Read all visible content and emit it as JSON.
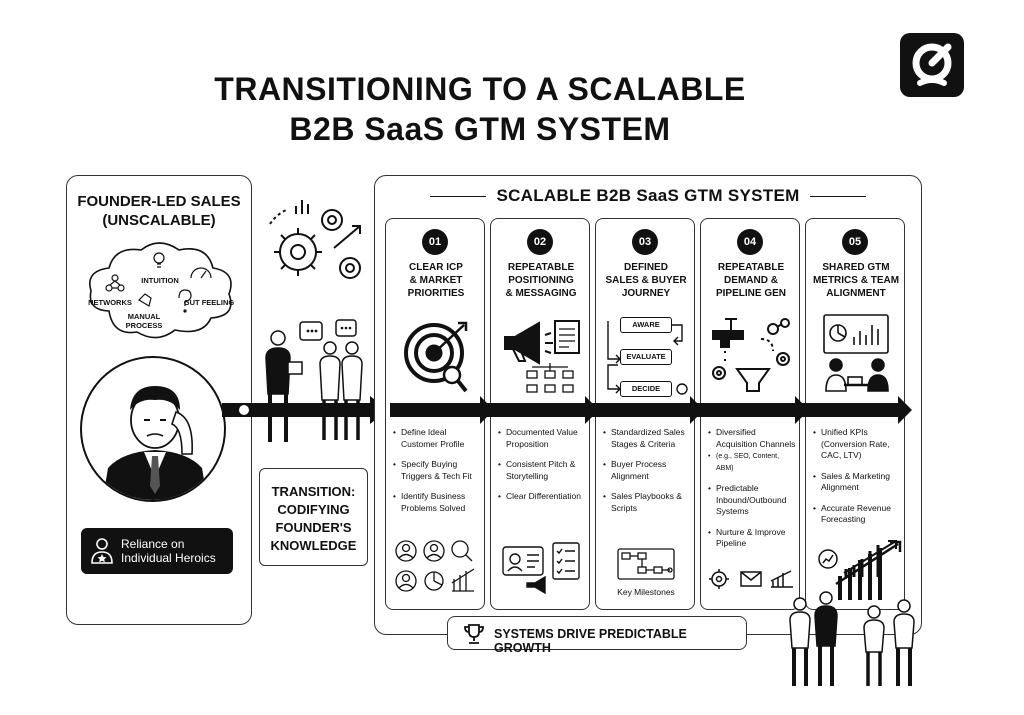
{
  "title": {
    "line1": "TRANSITIONING TO A SCALABLE",
    "line2": "B2B SaaS GTM SYSTEM"
  },
  "founder": {
    "title1": "FOUNDER-LED SALES",
    "title2": "(UNSCALABLE)",
    "cloud_items": [
      "NETWORKS",
      "INTUITION",
      "GUT FEELING",
      "MANUAL",
      "PROCESS"
    ],
    "reliance": [
      "Reliance on",
      "Individual Heroics"
    ]
  },
  "transition": {
    "lines": [
      "TRANSITION:",
      "CODIFYING",
      "FOUNDER'S",
      "KNOWLEDGE"
    ]
  },
  "system": {
    "title": "SCALABLE B2B SaaS GTM SYSTEM",
    "columns": [
      {
        "num": "01",
        "head": [
          "CLEAR ICP",
          "& MARKET",
          "PRIORITIES"
        ],
        "bullets": [
          "Define Ideal Customer Profile",
          "Specify Buying Triggers & Tech Fit",
          "Identify Business Problems Solved"
        ]
      },
      {
        "num": "02",
        "head": [
          "REPEATABLE",
          "POSITIONING",
          "& MESSAGING"
        ],
        "bullets": [
          "Documented Value Proposition",
          "Consistent Pitch & Storytelling",
          "Clear Differentiation"
        ]
      },
      {
        "num": "03",
        "head": [
          "DEFINED",
          "SALES & BUYER",
          "JOURNEY"
        ],
        "bullets": [
          "Standardized Sales Stages & Criteria",
          "Buyer Process Alignment",
          "Sales Playbooks & Scripts"
        ],
        "stages": [
          "AWARE",
          "EVALUATE",
          "DECIDE"
        ],
        "footer": "Key Milestones"
      },
      {
        "num": "04",
        "head": [
          "REPEATABLE",
          "DEMAND &",
          "PIPELINE GEN"
        ],
        "bullets": [
          "Diversified Acquisition Channels",
          "(e.g., SEO, Content, ABM)",
          "Predictable Inbound/Outbound Systems",
          "Nurture & Improve Pipeline"
        ]
      },
      {
        "num": "05",
        "head": [
          "SHARED GTM",
          "METRICS & TEAM",
          "ALIGNMENT"
        ],
        "bullets": [
          "Unified KPIs (Conversion Rate, CAC, LTV)",
          "Sales & Marketing Alignment",
          "Accurate Revenue Forecasting"
        ]
      }
    ],
    "banner": "SYSTEMS DRIVE PREDICTABLE GROWTH"
  }
}
